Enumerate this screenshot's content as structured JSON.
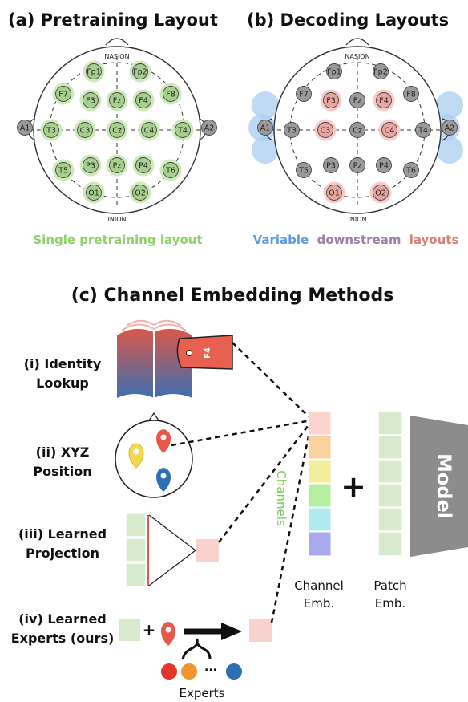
{
  "panel_a": {
    "title": "(a) Pretraining Layout",
    "nasion": "NASION",
    "inion": "INION",
    "caption": "Single pretraining layout",
    "electrodes": [
      {
        "name": "Fp1",
        "state": "green"
      },
      {
        "name": "Fp2",
        "state": "green"
      },
      {
        "name": "F7",
        "state": "green"
      },
      {
        "name": "F3",
        "state": "green"
      },
      {
        "name": "Fz",
        "state": "green"
      },
      {
        "name": "F4",
        "state": "green"
      },
      {
        "name": "F8",
        "state": "green"
      },
      {
        "name": "A1",
        "state": "gray"
      },
      {
        "name": "T3",
        "state": "green"
      },
      {
        "name": "C3",
        "state": "green"
      },
      {
        "name": "Cz",
        "state": "green"
      },
      {
        "name": "C4",
        "state": "green"
      },
      {
        "name": "T4",
        "state": "green"
      },
      {
        "name": "A2",
        "state": "gray"
      },
      {
        "name": "T5",
        "state": "green"
      },
      {
        "name": "P3",
        "state": "green"
      },
      {
        "name": "Pz",
        "state": "green"
      },
      {
        "name": "P4",
        "state": "green"
      },
      {
        "name": "T6",
        "state": "green"
      },
      {
        "name": "O1",
        "state": "green"
      },
      {
        "name": "O2",
        "state": "green"
      }
    ]
  },
  "panel_b": {
    "title": "(b) Decoding Layouts",
    "nasion": "NASION",
    "inion": "INION",
    "caption_part1": "Variable",
    "caption_part2": "downstream",
    "caption_part3": "layouts",
    "electrodes": [
      {
        "name": "Fp1",
        "state": "gray"
      },
      {
        "name": "Fp2",
        "state": "gray"
      },
      {
        "name": "F7",
        "state": "gray"
      },
      {
        "name": "F3",
        "state": "red"
      },
      {
        "name": "Fz",
        "state": "gray"
      },
      {
        "name": "F4",
        "state": "red"
      },
      {
        "name": "F8",
        "state": "gray"
      },
      {
        "name": "A1",
        "state": "blue"
      },
      {
        "name": "T3",
        "state": "gray"
      },
      {
        "name": "C3",
        "state": "red"
      },
      {
        "name": "Cz",
        "state": "gray"
      },
      {
        "name": "C4",
        "state": "red"
      },
      {
        "name": "T4",
        "state": "gray"
      },
      {
        "name": "A2",
        "state": "blue"
      },
      {
        "name": "T5",
        "state": "gray"
      },
      {
        "name": "P3",
        "state": "gray"
      },
      {
        "name": "Pz",
        "state": "gray"
      },
      {
        "name": "P4",
        "state": "gray"
      },
      {
        "name": "T6",
        "state": "gray"
      },
      {
        "name": "O1",
        "state": "red"
      },
      {
        "name": "O2",
        "state": "red"
      }
    ]
  },
  "panel_c": {
    "title": "(c) Channel Embedding Methods",
    "methods": [
      {
        "line1": "(i) Identity",
        "line2": "Lookup"
      },
      {
        "line1": "(ii) XYZ",
        "line2": "Position"
      },
      {
        "line1": "(iii) Learned",
        "line2": "Projection"
      },
      {
        "line1": "(iv) Learned",
        "line2": "Experts (ours)"
      }
    ],
    "tag_label": "F4",
    "plus_small": "+",
    "ellipsis": "...",
    "experts_label": "Experts",
    "channels_label": "Channels",
    "plus_big": "+",
    "model_label": "Model",
    "channel_emb_line1": "Channel",
    "channel_emb_line2": "Emb.",
    "patch_emb_line1": "Patch",
    "patch_emb_line2": "Emb."
  },
  "colors": {
    "green_fill": "#a7d08c",
    "green_halo": "#cfe8bd",
    "red_fill": "#e9a5a0",
    "red_halo": "#f4cdca",
    "gray_fill": "#9a9a9a",
    "blue_halo": "#a9cdf2",
    "green_text": "#8fd16a",
    "blue_text": "#5b9bde",
    "purple_text": "#9a82a8",
    "red_text": "#d68276"
  }
}
